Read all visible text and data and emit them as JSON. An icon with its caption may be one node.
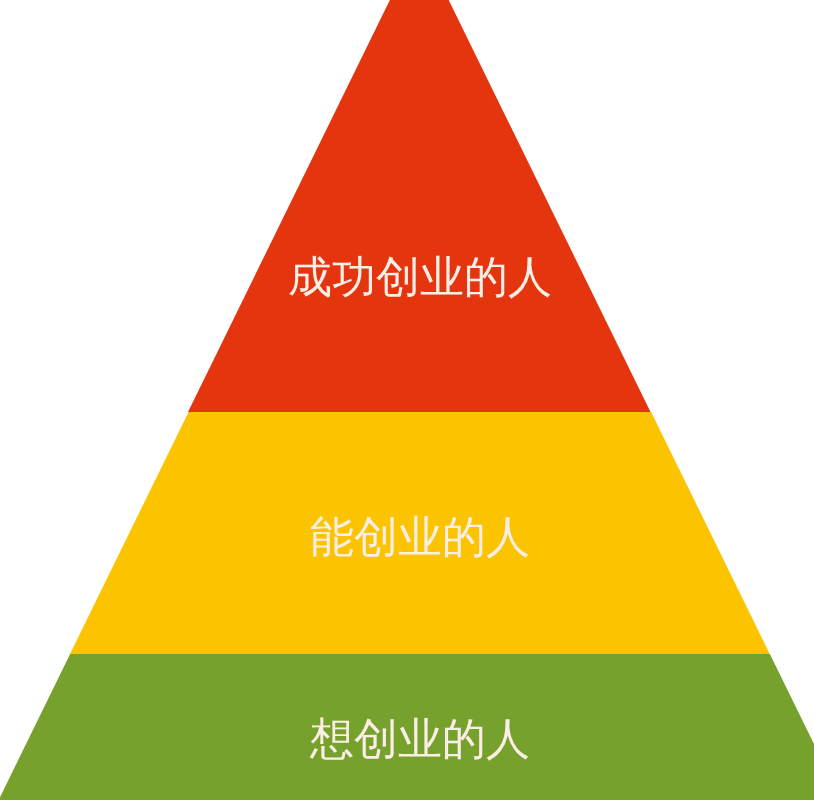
{
  "diagram": {
    "nodes": [
      {
        "text": [
          "成功创业的人"
        ]
      },
      {
        "text": [
          "能创业的人"
        ]
      },
      {
        "text": [
          "想创业的人"
        ]
      }
    ]
  }
}
